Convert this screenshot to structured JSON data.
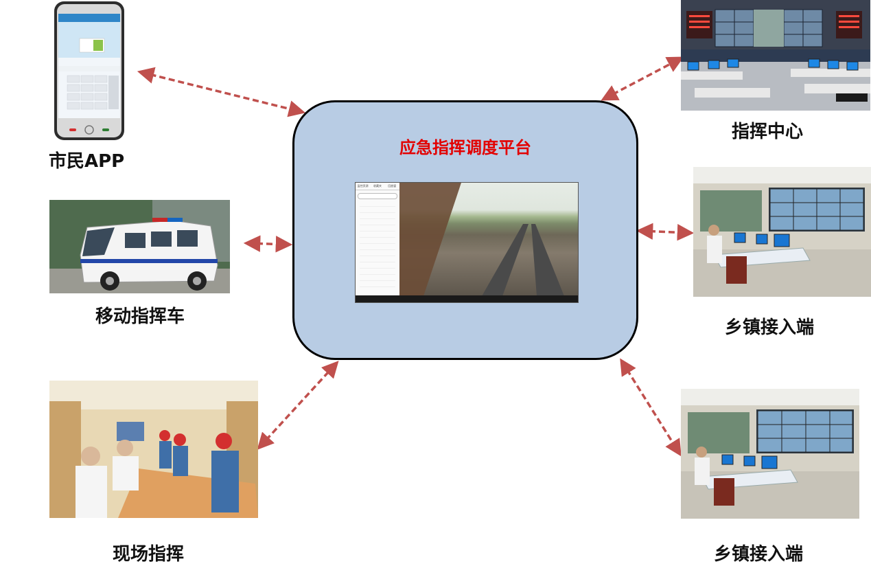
{
  "diagram": {
    "center": {
      "title": "应急指挥调度平台",
      "screen_tabs": [
        "监控资源",
        "收藏夹",
        "回放窗"
      ]
    },
    "nodes": [
      {
        "id": "citizen-app",
        "label": "市民APP"
      },
      {
        "id": "mobile-command-vehicle",
        "label": "移动指挥车"
      },
      {
        "id": "onsite-command",
        "label": "现场指挥"
      },
      {
        "id": "command-center",
        "label": "指挥中心"
      },
      {
        "id": "township-access-1",
        "label": "乡镇接入端"
      },
      {
        "id": "township-access-2",
        "label": "乡镇接入端"
      }
    ],
    "colors": {
      "title_red": "#e30000",
      "platform_fill": "#b8cce4",
      "arrow": "#c0504d"
    }
  }
}
